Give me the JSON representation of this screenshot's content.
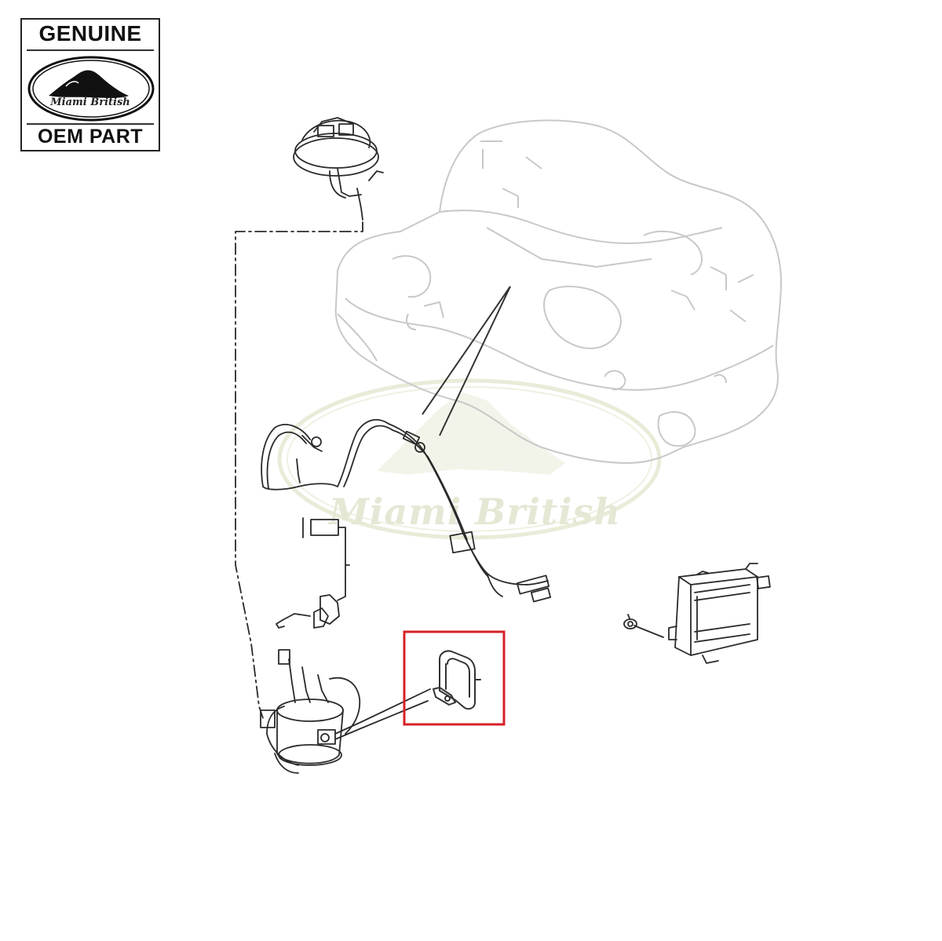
{
  "badge": {
    "top_text": "GENUINE",
    "brand_script": "Miami British",
    "bottom_text": "OEM PART"
  },
  "watermark": {
    "text": "Miami British"
  },
  "colors": {
    "highlight": "#d62028",
    "line_art": "#2a2a2a",
    "faded_line_art": "#c8c8c8",
    "watermark": "#e4e8d4"
  }
}
